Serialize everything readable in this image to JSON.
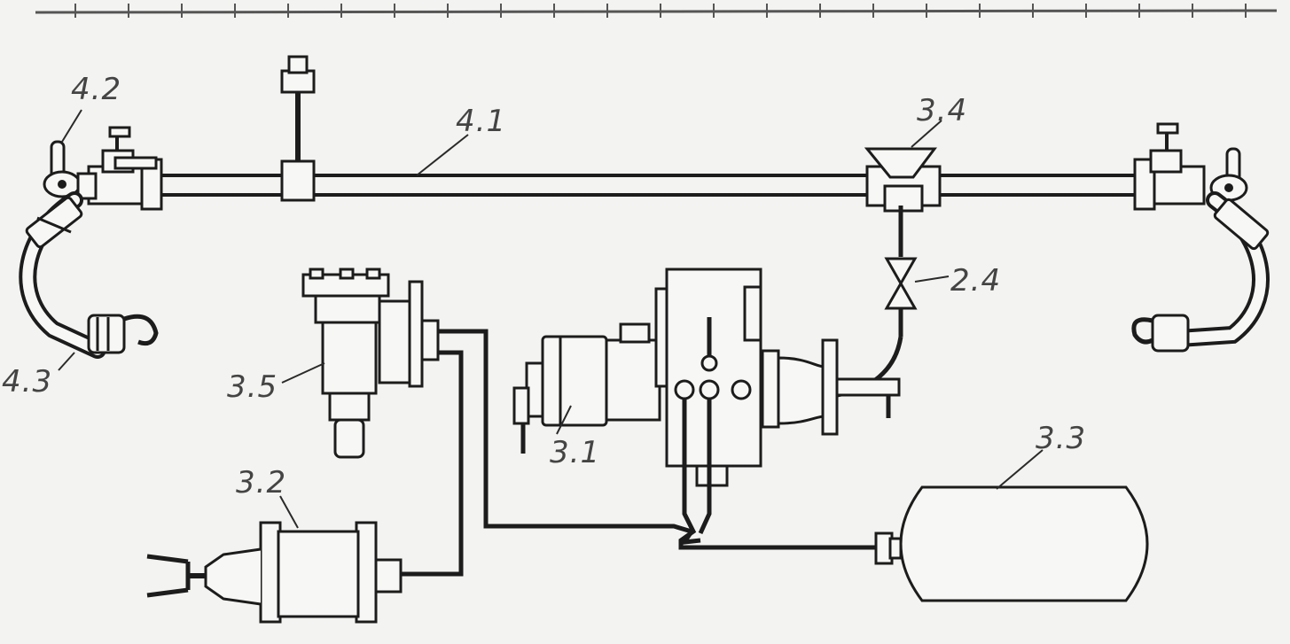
{
  "labels": {
    "l_4_2": "4.2",
    "l_4_1": "4.1",
    "l_3_4": "3.4",
    "l_2_4": "2.4",
    "l_4_3": "4.3",
    "l_3_5": "3.5",
    "l_3_1": "3.1",
    "l_3_3": "3.3",
    "l_3_2": "3.2"
  },
  "colors": {
    "ink": "#1c1c1c",
    "paper": "#f3f3f1",
    "label": "#444444"
  }
}
